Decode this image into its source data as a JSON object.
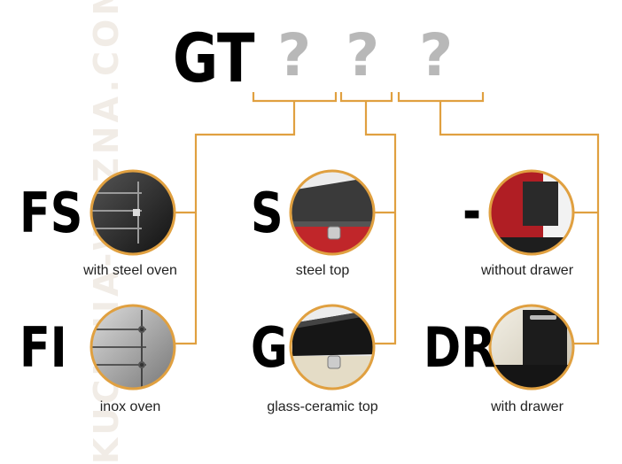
{
  "watermark": "KUCHNIA-WAZNA.COM",
  "title": {
    "prefix": "GT",
    "placeholders": [
      "?",
      "?",
      "?"
    ]
  },
  "options": {
    "oven": [
      {
        "code": "FS",
        "caption": "with steel oven"
      },
      {
        "code": "FI",
        "caption": "inox oven"
      }
    ],
    "top": [
      {
        "code": "S",
        "caption": "steel top"
      },
      {
        "code": "G",
        "caption": "glass-ceramic top"
      }
    ],
    "drawer": [
      {
        "code": "-",
        "caption": "without drawer"
      },
      {
        "code": "DR",
        "caption": "with drawer"
      }
    ]
  },
  "colors": {
    "connector": "#e0a040",
    "code": "#000000",
    "placeholder": "#b8b8b8",
    "caption": "#222222"
  }
}
